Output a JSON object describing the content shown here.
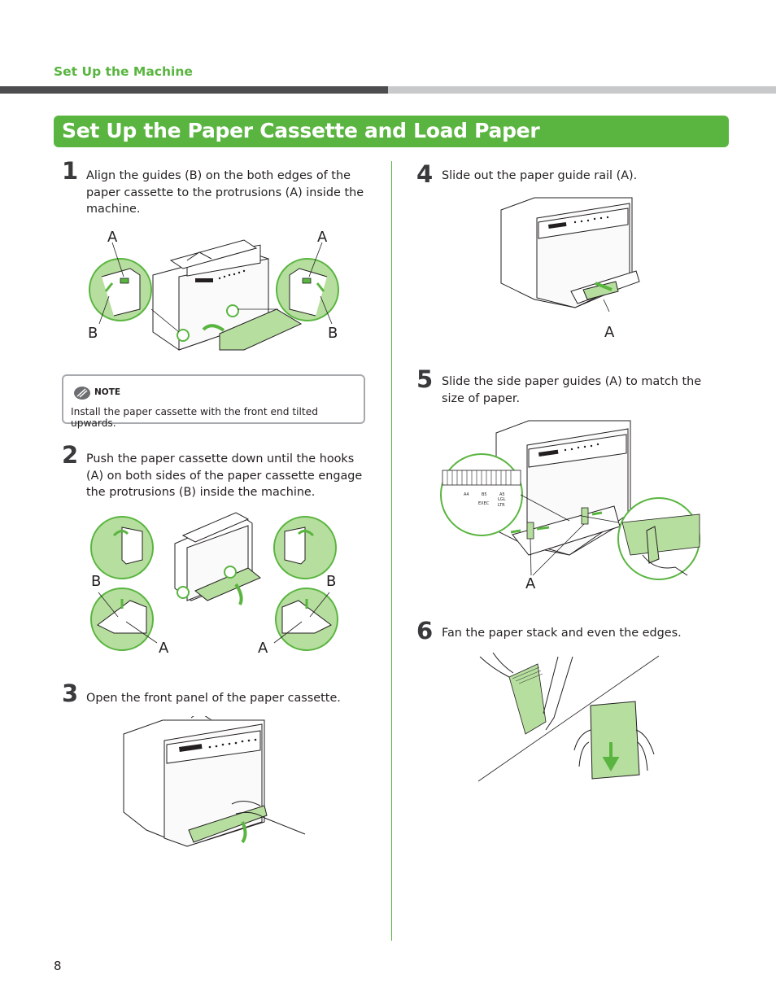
{
  "header": {
    "section_label": "Set Up the Machine",
    "title": "Set Up the Paper Cassette and Load Paper"
  },
  "steps": [
    {
      "number": "1",
      "text": "Align the guides (B) on the both edges of the paper cassette to the protrusions (A) inside the machine.",
      "labels": [
        "A",
        "A",
        "B",
        "B"
      ]
    },
    {
      "number": "2",
      "text": "Push the paper cassette down until the hooks (A) on both sides of the paper cassette engage the protrusions (B) inside the machine.",
      "labels": [
        "B",
        "B",
        "A",
        "A"
      ]
    },
    {
      "number": "3",
      "text": "Open the front panel of the paper cassette."
    },
    {
      "number": "4",
      "text": "Slide out the paper guide rail (A).",
      "labels": [
        "A"
      ]
    },
    {
      "number": "5",
      "text": "Slide the side paper guides (A) to match the size of paper.",
      "labels": [
        "A"
      ],
      "scale_marks": [
        "A4",
        "B5",
        "A5",
        "EXEC",
        "LGL",
        "LTR"
      ]
    },
    {
      "number": "6",
      "text": "Fan the paper stack and even the edges."
    }
  ],
  "note": {
    "title": "NOTE",
    "text": "Install the paper cassette with the front end tilted upwards."
  },
  "footer": {
    "page_number": "8"
  },
  "colors": {
    "accent_green": "#5ab540",
    "light_green": "#b6de9f",
    "rule_dark": "#4d4d4f",
    "rule_light": "#c8c9ca"
  }
}
